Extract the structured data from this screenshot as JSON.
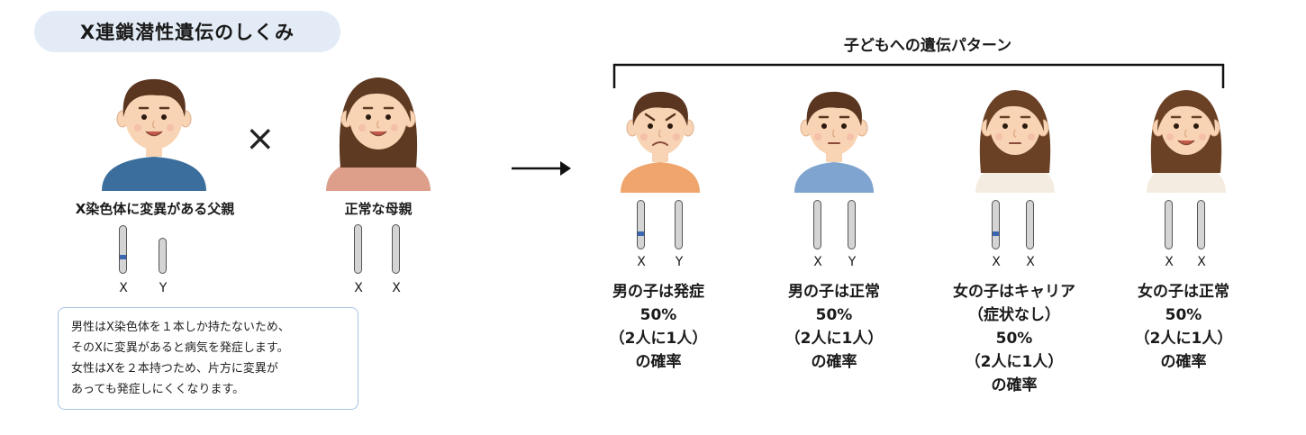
{
  "title": "X連鎖潜性遺伝のしくみ",
  "pattern_heading": "子どもへの遺伝パターン",
  "cross_symbol": "×",
  "arrow_symbol": "→",
  "colors": {
    "variant_band": "#3a67b2",
    "title_bg": "#e3ecf6",
    "note_border": "#a9c4e0"
  },
  "parents": [
    {
      "label": "X染色体に変異がある父親",
      "shirt": "#3b6e9c",
      "hair": "#5a3520",
      "sex": "male",
      "chromosomes": [
        {
          "name": "X",
          "variant": true
        },
        {
          "name": "Y",
          "variant": false
        }
      ]
    },
    {
      "label": "正常な母親",
      "shirt": "#dd9e8a",
      "hair": "#5e3a22",
      "sex": "female",
      "chromosomes": [
        {
          "name": "X",
          "variant": false
        },
        {
          "name": "X",
          "variant": false
        }
      ]
    }
  ],
  "note": {
    "lines": [
      "男性はX染色体を１本しか持たないため、",
      "そのXに変異があると病気を発症します。",
      "女性はXを２本持つため、片方に変異が",
      "あっても発症しにくくなります。"
    ]
  },
  "children": [
    {
      "sex": "male",
      "shirt": "#efa56c",
      "hair": "#5a3520",
      "expression": "worried",
      "chromosomes": [
        {
          "name": "X",
          "variant": true
        },
        {
          "name": "Y",
          "variant": false
        }
      ],
      "result_lines": [
        "男の子は発症",
        "50%",
        "（2人に1人）",
        "の確率"
      ]
    },
    {
      "sex": "male",
      "shirt": "#7fa4cf",
      "hair": "#5a3520",
      "expression": "neutral",
      "chromosomes": [
        {
          "name": "X",
          "variant": false
        },
        {
          "name": "Y",
          "variant": false
        }
      ],
      "result_lines": [
        "男の子は正常",
        "50%",
        "（2人に1人）",
        "の確率"
      ]
    },
    {
      "sex": "female",
      "shirt": "#f4ece0",
      "hair": "#6b4125",
      "expression": "neutral",
      "chromosomes": [
        {
          "name": "X",
          "variant": true
        },
        {
          "name": "X",
          "variant": false
        }
      ],
      "result_lines": [
        "女の子はキャリア",
        "（症状なし）",
        "50%",
        "（2人に1人）",
        "の確率"
      ]
    },
    {
      "sex": "female",
      "shirt": "#f4ece0",
      "hair": "#6b4125",
      "expression": "smile",
      "chromosomes": [
        {
          "name": "X",
          "variant": false
        },
        {
          "name": "X",
          "variant": false
        }
      ],
      "result_lines": [
        "女の子は正常",
        "50%",
        "（2人に1人）",
        "の確率"
      ]
    }
  ]
}
